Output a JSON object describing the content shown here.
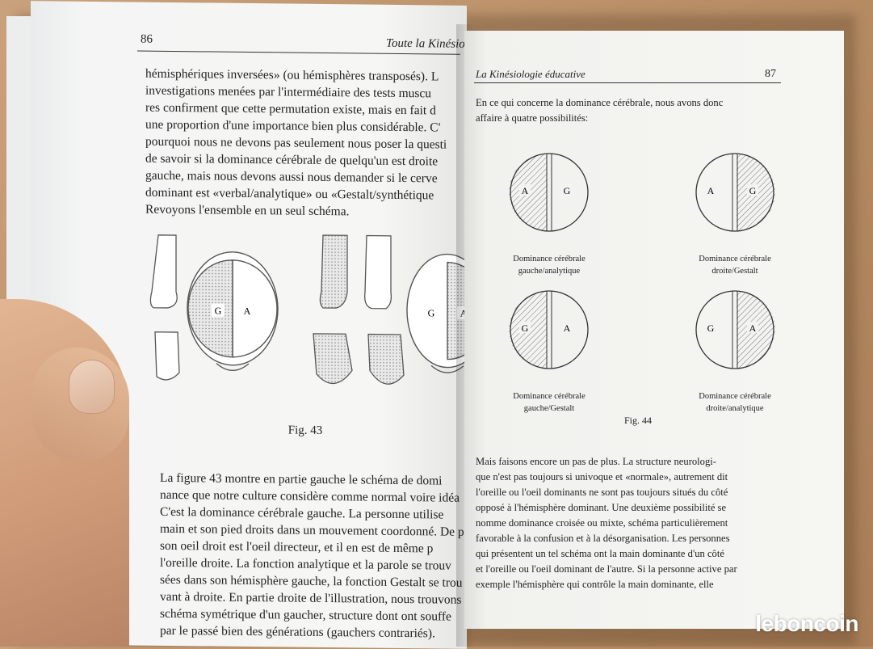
{
  "left_page": {
    "page_number": "86",
    "running_head": "Toute la Kinésio",
    "intro_lines": [
      "hémisphériques inversées» (ou hémisphères transposés). L",
      "investigations menées par l'intermédiaire des tests muscu",
      "res confirment que cette permutation existe, mais en fait d",
      "une proportion d'une importance bien plus considérable. C'",
      "pourquoi nous ne devons pas seulement nous poser la questi",
      "de savoir si la dominance cérébrale de quelqu'un est droite",
      "gauche, mais nous devons aussi nous demander si le cerve",
      "dominant est «verbal/analytique» ou «Gestalt/synthétique",
      "Revoyons l'ensemble en un seul schéma."
    ],
    "figure_caption": "Fig. 43",
    "figure_labels": {
      "left_g": "G",
      "left_a": "A",
      "right_g": "G",
      "right_a": "A"
    },
    "closing_lines": [
      "La figure 43 montre en partie gauche le schéma de domi",
      "nance que notre culture considère comme normal voire idéa",
      "C'est la dominance cérébrale gauche. La personne utilise",
      "main et son pied droits dans un mouvement coordonné. De p",
      "son oeil droit est l'oeil directeur, et il en est de même p",
      "l'oreille droite. La fonction analytique et la parole se trouv",
      "sées dans son hémisphère gauche, la fonction Gestalt se trou",
      "vant à droite. En partie droite de l'illustration, nous trouvons",
      "schéma symétrique d'un gaucher, structure dont ont souffe",
      "par le passé bien des générations (gauchers contrariés)."
    ]
  },
  "right_page": {
    "running_head": "La Kinésiologie éducative",
    "page_number": "87",
    "intro_lines": [
      "En ce qui concerne la dominance cérébrale, nous avons donc",
      "affaire à quatre possibilités:"
    ],
    "diagrams": [
      {
        "left_letter": "A",
        "right_letter": "G",
        "hatched": "left",
        "caption_1": "Dominance cérébrale",
        "caption_2": "gauche/analytique"
      },
      {
        "left_letter": "A",
        "right_letter": "G",
        "hatched": "right",
        "caption_1": "Dominance cérébrale",
        "caption_2": "droite/Gestalt"
      },
      {
        "left_letter": "G",
        "right_letter": "A",
        "hatched": "left",
        "caption_1": "Dominance cérébrale",
        "caption_2": "gauche/Gestalt"
      },
      {
        "left_letter": "G",
        "right_letter": "A",
        "hatched": "right",
        "caption_1": "Dominance cérébrale",
        "caption_2": "droite/analytique"
      }
    ],
    "figure_caption": "Fig. 44",
    "closing_lines": [
      "Mais faisons encore un pas de plus. La structure neurologi-",
      "que n'est pas toujours si univoque et «normale», autrement dit",
      "l'oreille ou l'oeil dominants ne sont pas toujours situés du côté",
      "opposé à l'hémisphère dominant. Une deuxième possibilité se",
      "nomme dominance croisée ou mixte, schéma particulièrement",
      "favorable à la confusion et à la désorganisation. Les personnes",
      "qui présentent un tel schéma ont la main dominante d'un côté",
      "et l'oreille ou l'oeil dominant de l'autre. Si la personne active par",
      "exemple l'hémisphère qui contrôle la main dominante, elle"
    ]
  },
  "watermark": "leboncoin"
}
